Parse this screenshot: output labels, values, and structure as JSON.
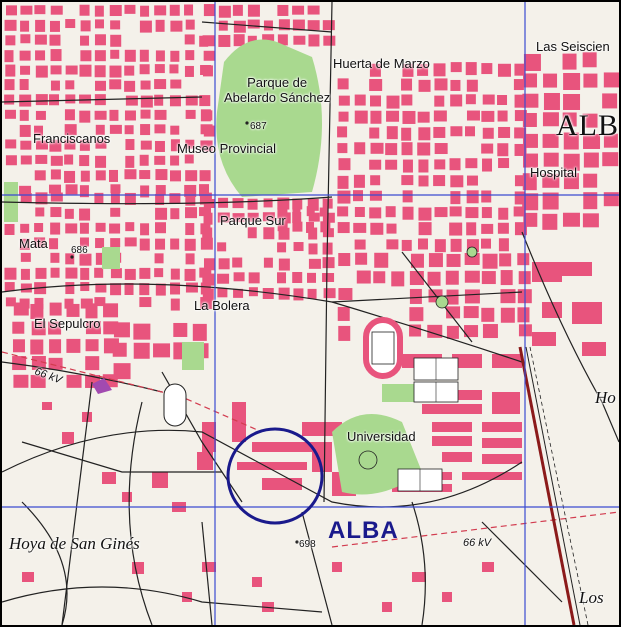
{
  "map": {
    "colors": {
      "block": "#e8547d",
      "park": "#a9d98f",
      "background": "#f4f1ea",
      "grid": "#3a4bd1",
      "road": "#222222",
      "marker": "#1a1a8c",
      "track": "#8b1a1a"
    },
    "labels": {
      "franciscanos": "Franciscanos",
      "parque_abelardo": "Parque de\nAbelardo Sánchez",
      "height_687": "687",
      "museo": "Museo Provincial",
      "huerta": "Huerta de Marzo",
      "las_seiscien": "Las Seiscien",
      "alb": "ALB",
      "hospital": "Hospital",
      "parque_sur": "Parque Sur",
      "mata": "Mata",
      "height_686": "686",
      "la_bolera": "La Bolera",
      "el_sepulcro": "El Sepulcro",
      "kv_left": "66 kV",
      "universidad": "Universidad",
      "ho": "Ho",
      "hoya": "Hoya de San Ginés",
      "height_698": "698",
      "alba": "ALBA",
      "kv_right": "66 kV",
      "los": "Los"
    }
  }
}
